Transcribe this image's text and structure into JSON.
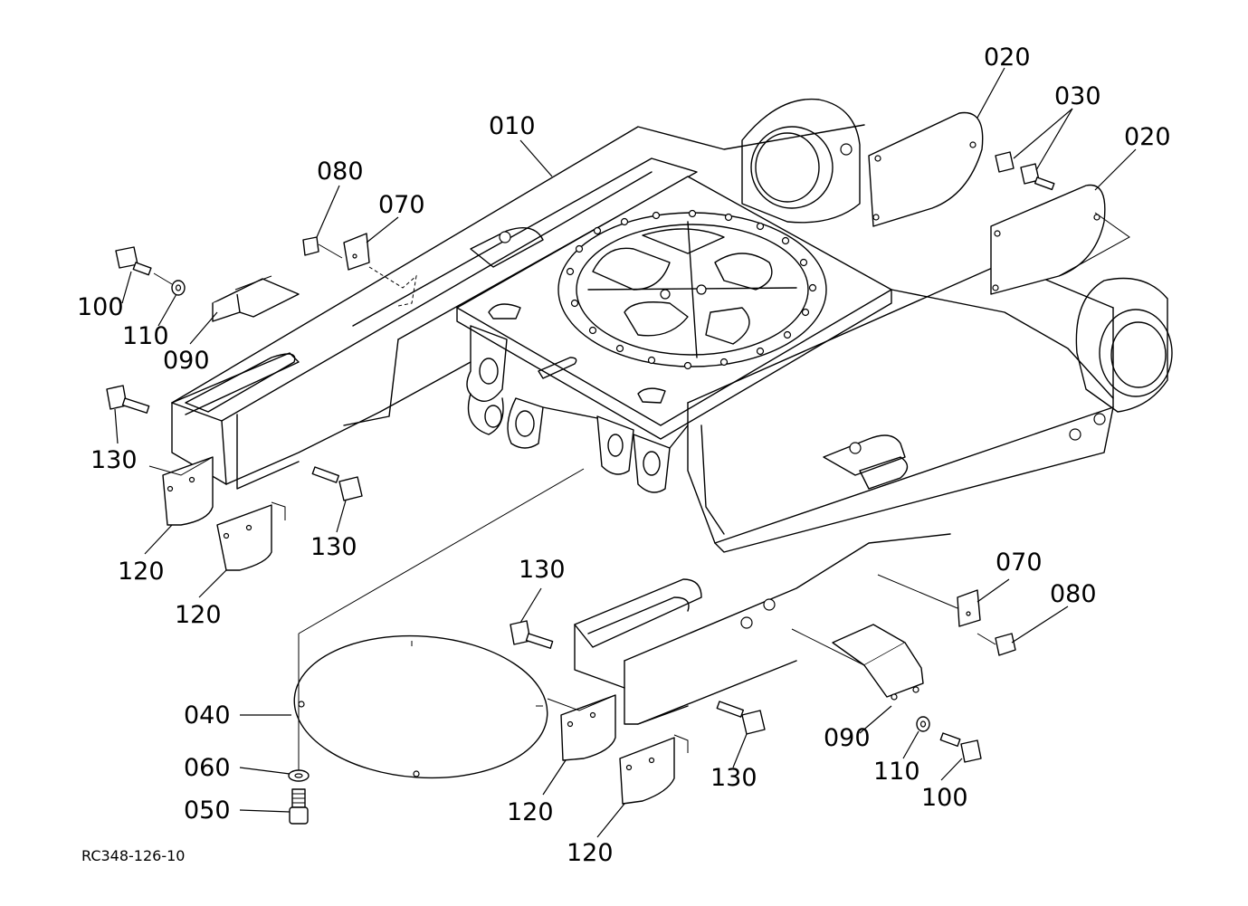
{
  "diagram": {
    "reference_code": "RC348-126-10",
    "callouts": {
      "c010": "010",
      "c020a": "020",
      "c020b": "020",
      "c030": "030",
      "c040": "040",
      "c050": "050",
      "c060": "060",
      "c070a": "070",
      "c070b": "070",
      "c080a": "080",
      "c080b": "080",
      "c090a": "090",
      "c090b": "090",
      "c100a": "100",
      "c100b": "100",
      "c110a": "110",
      "c110b": "110",
      "c120a": "120",
      "c120b": "120",
      "c120c": "120",
      "c120d": "120",
      "c130a": "130",
      "c130b": "130",
      "c130c": "130",
      "c130d": "130"
    }
  }
}
